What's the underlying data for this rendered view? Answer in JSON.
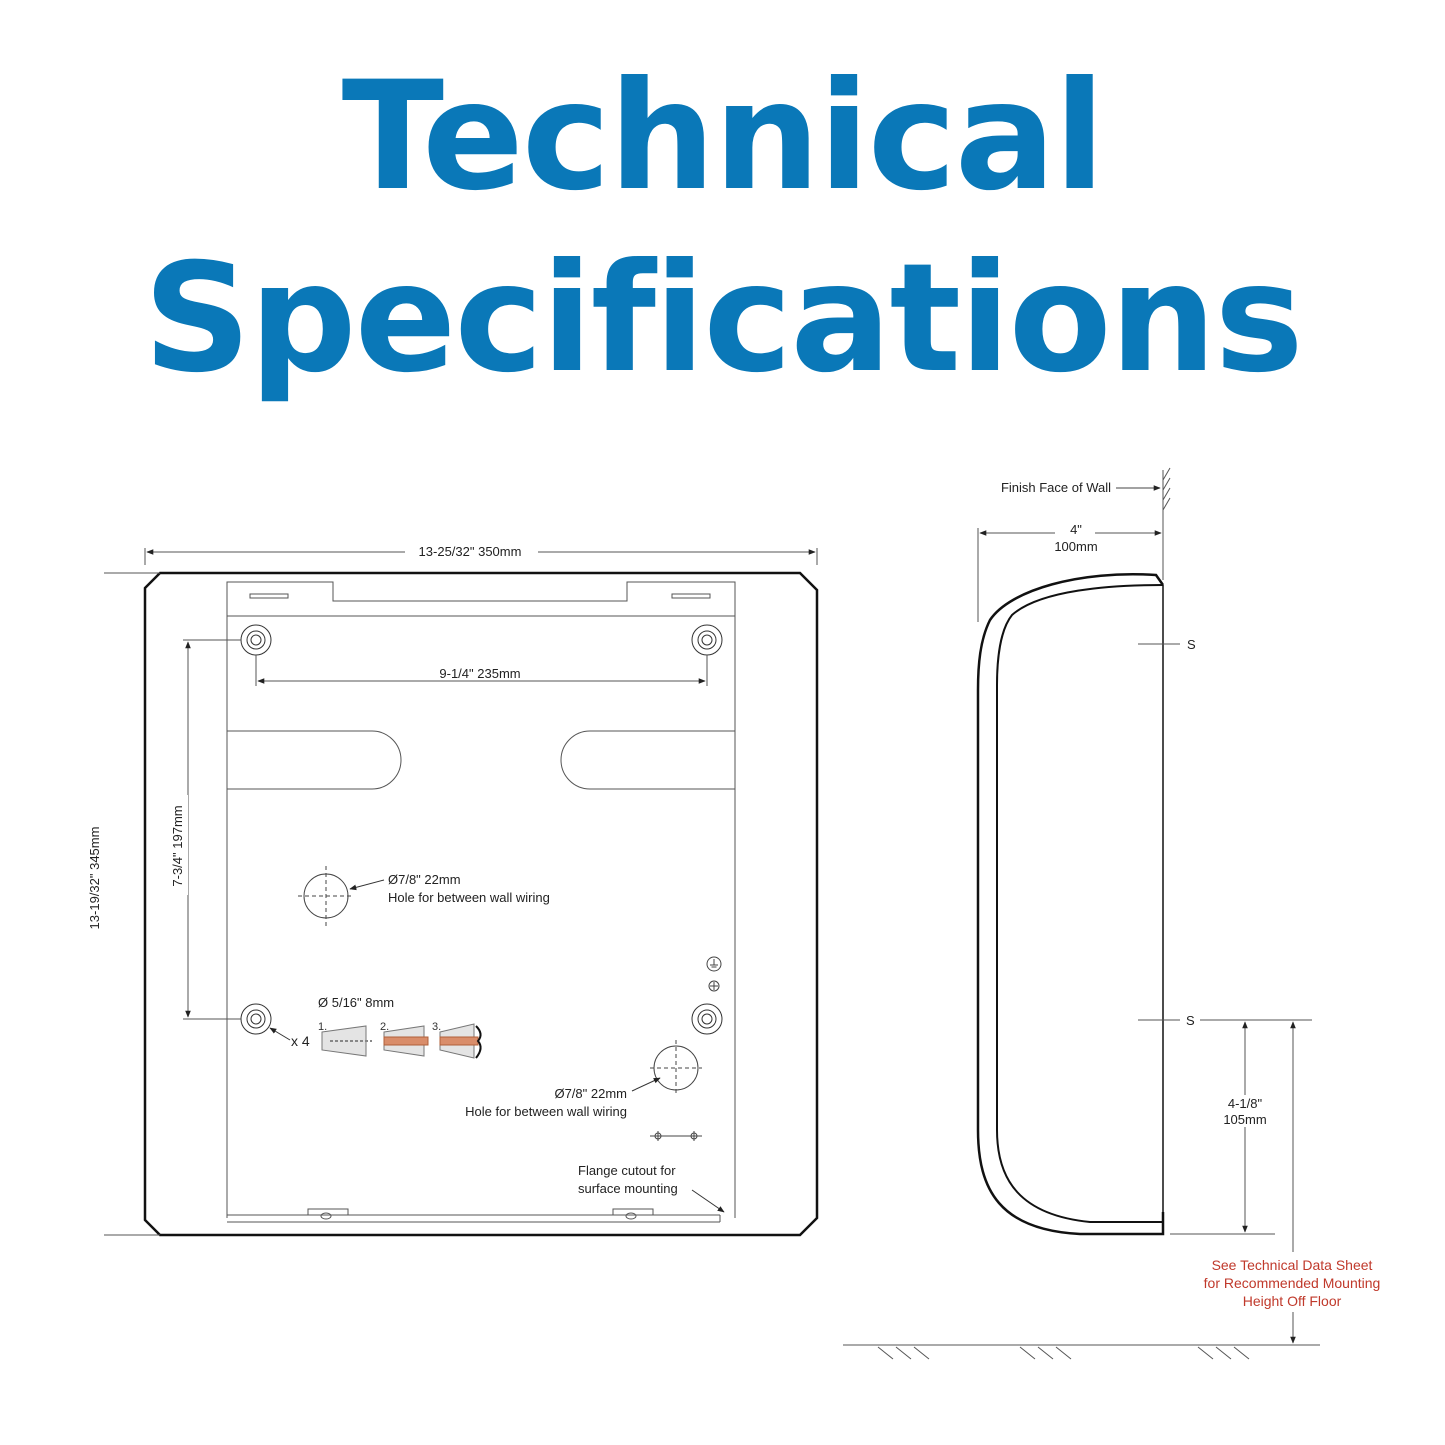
{
  "title": {
    "line1": "Technical",
    "line2": "Specifications"
  },
  "front_view": {
    "width_dim": "13-25/32\"  350mm",
    "height_dim": "13-19/32\"  345mm",
    "hole_spacing_h": "9-1/4\"  235mm",
    "hole_spacing_v": "7-3/4\"  197mm",
    "wiring_hole_1": {
      "size": "Ø7/8\" 22mm",
      "label": "Hole for between wall wiring"
    },
    "wiring_hole_2": {
      "size": "Ø7/8\" 22mm",
      "label": "Hole for between wall wiring"
    },
    "anchor_size": "Ø 5/16\" 8mm",
    "anchor_qty": "x 4",
    "anchor_steps": [
      "1.",
      "2.",
      "3."
    ],
    "flange_note_1": "Flange cutout for",
    "flange_note_2": "surface mounting"
  },
  "side_view": {
    "wall_label": "Finish Face of Wall",
    "depth_in": "4\"",
    "depth_mm": "100mm",
    "sensor_mark_top": "S",
    "sensor_mark_bottom": "S",
    "bottom_offset_in": "4-1/8\"",
    "bottom_offset_mm": "105mm",
    "note_line_1": "See Technical Data Sheet",
    "note_line_2": "for Recommended Mounting",
    "note_line_3": "Height Off Floor"
  },
  "colors": {
    "title": "#0a78b8",
    "line": "#222222",
    "note": "#c0392b"
  }
}
